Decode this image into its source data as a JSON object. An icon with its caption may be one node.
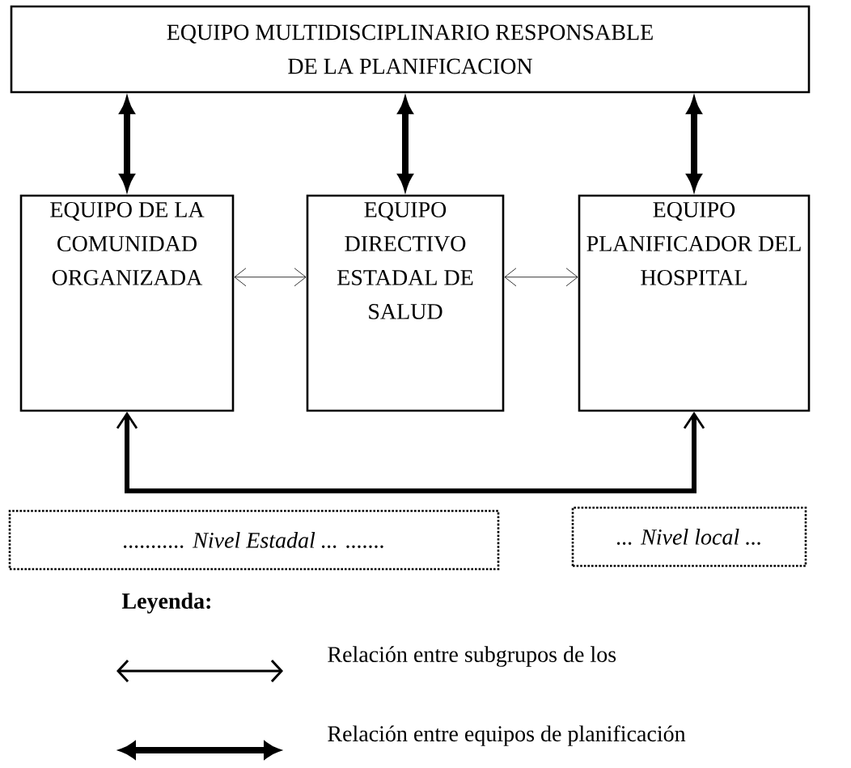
{
  "diagram": {
    "nodes": [
      {
        "text": [
          "EQUIPO MULTIDISCIPLINARIO RESPONSABLE DE LA PLANIFICACION"
        ]
      },
      {
        "text": [
          "EQUIPO DE LA COMUNIDAD ORGANIZADA"
        ]
      },
      {
        "text": [
          "EQUIPO DIRECTIVO ESTADAL DE SALUD"
        ]
      },
      {
        "text": [
          "EQUIPO PLANIFICADOR DEL HOSPITAL"
        ]
      },
      {
        "text": [
          "........... Nivel Estadal ... ......."
        ]
      },
      {
        "text": [
          "... Nivel local ..."
        ]
      }
    ],
    "edges": [
      {
        "from": 0,
        "to": 1,
        "arrow": "both"
      },
      {
        "from": 0,
        "to": 2,
        "arrow": "both"
      },
      {
        "from": 0,
        "to": 3,
        "arrow": "both"
      },
      {
        "from": 1,
        "to": 2,
        "arrow": "both"
      },
      {
        "from": 2,
        "to": 3,
        "arrow": "both"
      },
      {
        "from": 1,
        "to": 3,
        "arrow": "both"
      }
    ],
    "labels": [
      "Leyenda:"
    ],
    "legend": [
      {
        "text": "Relación entre subgrupos de los"
      },
      {
        "text": "Relación entre equipos de planificación"
      }
    ]
  }
}
